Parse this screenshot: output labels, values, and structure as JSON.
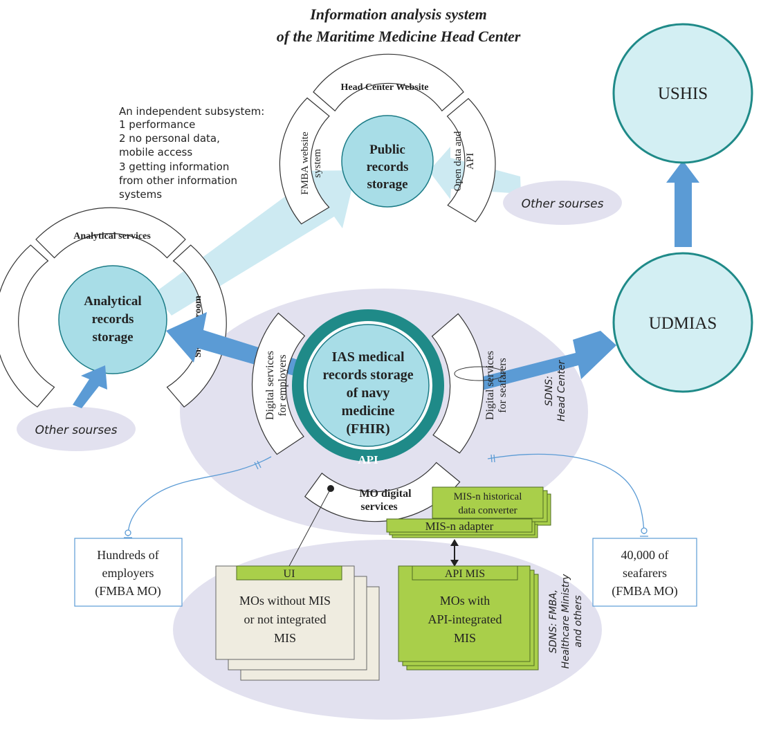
{
  "title": {
    "line1": "Information analysis system",
    "line2": "of the Maritime Medicine Head Center"
  },
  "note": {
    "lines": [
      "An independent subsystem:",
      "1 performance",
      "2 no personal data,",
      "mobile access",
      "3 getting information",
      "from other information",
      "systems"
    ]
  },
  "public": {
    "top_label": "Head Center Website",
    "left_label": [
      "FMBA website",
      "system"
    ],
    "right_label": [
      "Open data and",
      "API"
    ],
    "core": [
      "Public",
      "records",
      "storage"
    ]
  },
  "analytical": {
    "top_label": "Analytical services",
    "right_label": "Situation room",
    "core": [
      "Analytical",
      "records",
      "storage"
    ]
  },
  "ias": {
    "core": [
      "IAS medical",
      "records storage",
      "of navy",
      "medicine",
      "(FHIR)"
    ],
    "api_label": "API",
    "left_label": [
      "Digital services",
      "for employers"
    ],
    "right_label": [
      "Digital services",
      "for seafarers"
    ],
    "bottom_label": [
      "MO digital",
      "services"
    ],
    "zone_label": [
      "SDNS:",
      "Head Center"
    ]
  },
  "external": {
    "ushis": "USHIS",
    "udmias": "UDMIAS",
    "other_sources_right": "Other sourses",
    "other_sources_left": "Other sourses"
  },
  "mis": {
    "converter": [
      "MIS-n historical",
      "data converter"
    ],
    "adapter": "MIS-n adapter",
    "ui_label": "UI",
    "without_mis": [
      "MOs without MIS",
      "or not integrated",
      "MIS"
    ],
    "api_mis_label": "API MIS",
    "with_mis": [
      "MOs with",
      "API-integrated",
      "MIS"
    ],
    "zone_label": [
      "SDNS: FMBA,",
      "Healthcare Ministry",
      "and others"
    ]
  },
  "actors": {
    "employers": [
      "Hundreds of",
      "employers",
      "(FMBA MO)"
    ],
    "seafarers": [
      "40,000 of",
      "seafarers",
      "(FMBA MO)"
    ]
  },
  "colors": {
    "core_fill": "#a8dde7",
    "core_stroke": "#1b7b86",
    "teal_ring": "#1f8a88",
    "arrow_blue": "#5b9bd5",
    "arrow_light": "#cdeaf2",
    "zone_fill": "#e2e1ef",
    "green_fill": "#a9cf4a",
    "beige_fill": "#efece0"
  }
}
